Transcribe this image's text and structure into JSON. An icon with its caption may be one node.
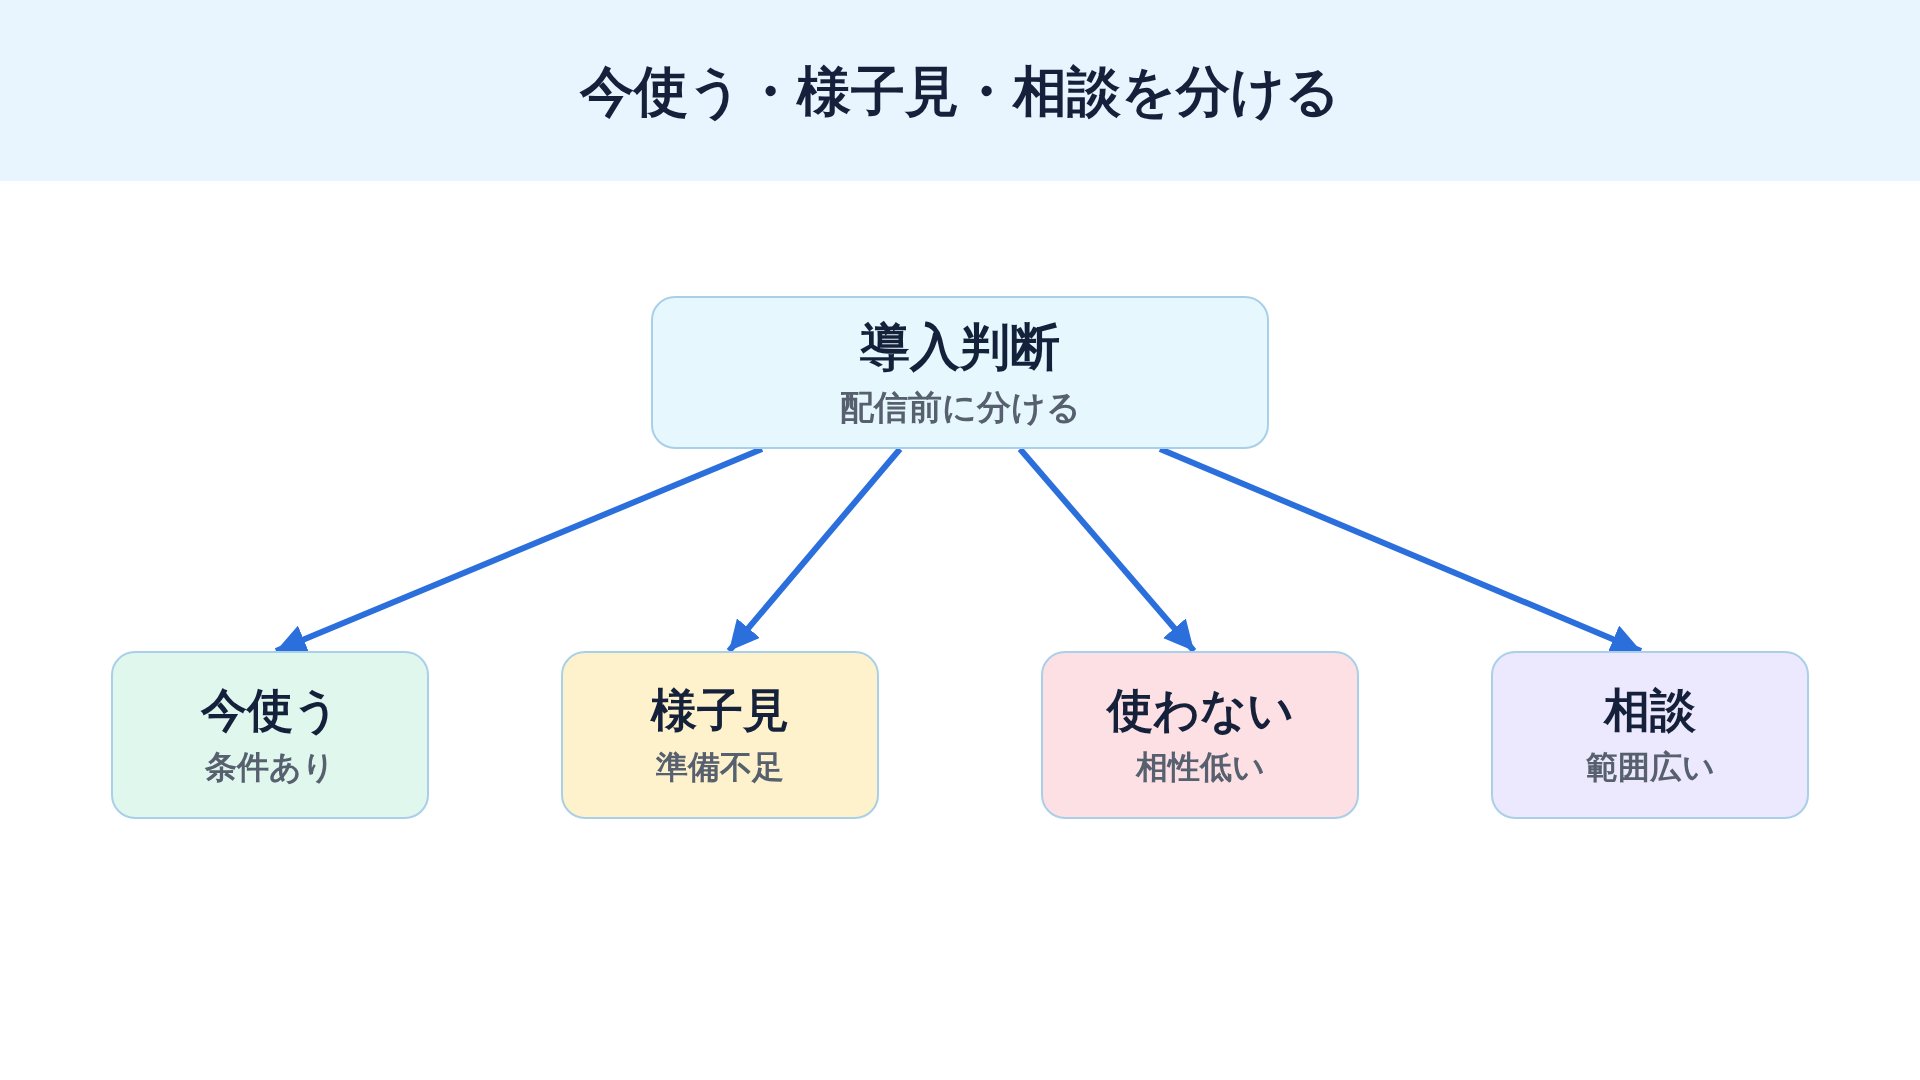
{
  "diagram": {
    "title": "今使う・様子見・相談を分ける",
    "nodes": [
      {
        "text": [
          "導入判断",
          "配信前に分ける"
        ]
      },
      {
        "text": [
          "今使う",
          "条件あり"
        ]
      },
      {
        "text": [
          "様子見",
          "準備不足"
        ]
      },
      {
        "text": [
          "使わない",
          "相性低い"
        ]
      },
      {
        "text": [
          "相談",
          "範囲広い"
        ]
      }
    ],
    "edges": [
      {
        "from": 0,
        "to": 1,
        "arrow": "to"
      },
      {
        "from": 0,
        "to": 2,
        "arrow": "to"
      },
      {
        "from": 0,
        "to": 3,
        "arrow": "to"
      },
      {
        "from": 0,
        "to": 4,
        "arrow": "to"
      }
    ]
  }
}
